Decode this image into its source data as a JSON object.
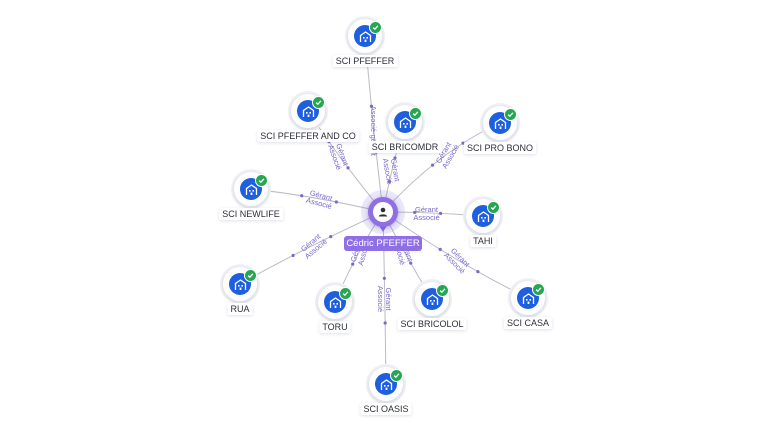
{
  "center": {
    "name": "Cédric PFEFFER"
  },
  "edge_labels": {
    "associe_gerant": "Associé-gérant",
    "gerant": "Gérant",
    "associe": "Associé"
  },
  "colors": {
    "company_blue": "#1e5fe0",
    "check_green": "#27a652",
    "person_purple": "#8f6fe6",
    "edge_label": "#7b68c9"
  },
  "nodes": [
    {
      "id": "sci-pfeffer",
      "label": "SCI PFEFFER",
      "relation": [
        "Associé-gérant"
      ]
    },
    {
      "id": "sci-pfeffer-and-co",
      "label": "SCI PFEFFER AND CO",
      "relation": [
        "Gérant",
        "Associé"
      ]
    },
    {
      "id": "sci-bricomdr",
      "label": "SCI BRICOMDR",
      "relation": [
        "Gérant",
        "Associé"
      ]
    },
    {
      "id": "sci-pro-bono",
      "label": "SCI PRO BONO",
      "relation": [
        "Gérant",
        "Associé"
      ]
    },
    {
      "id": "sci-newlife",
      "label": "SCI NEWLIFE",
      "relation": [
        "Gérant",
        "Associé"
      ]
    },
    {
      "id": "tahi",
      "label": "TAHI",
      "relation": [
        "Gérant",
        "Associé"
      ]
    },
    {
      "id": "rua",
      "label": "RUA",
      "relation": [
        "Gérant",
        "Associé"
      ]
    },
    {
      "id": "toru",
      "label": "TORU",
      "relation": [
        "Gérant",
        "Associé"
      ]
    },
    {
      "id": "sci-bricolol",
      "label": "SCI BRICOLOL",
      "relation": [
        "Gérant",
        "Associé"
      ]
    },
    {
      "id": "sci-casa",
      "label": "SCI CASA",
      "relation": [
        "Gérant",
        "Associé"
      ]
    },
    {
      "id": "sci-oasis",
      "label": "SCI OASIS",
      "relation": [
        "Gérant",
        "Associé"
      ]
    }
  ],
  "icons": {
    "company": "building-icon",
    "verified": "check-badge-icon",
    "person": "user-icon"
  }
}
